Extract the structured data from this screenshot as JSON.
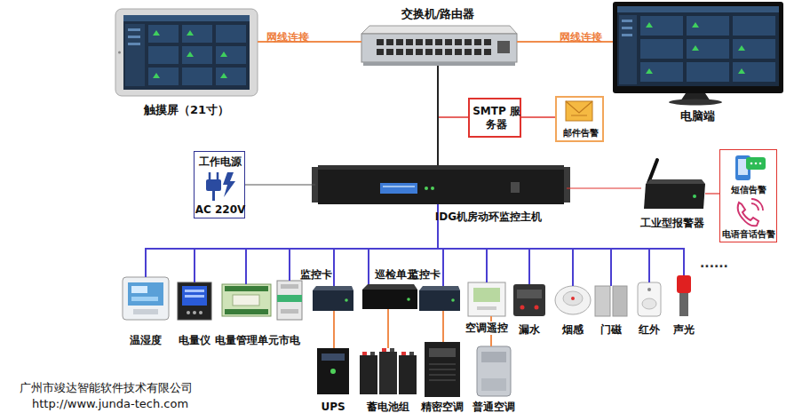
{
  "diagram": {
    "nodes": [
      {
        "text": [
          "触摸屏（21寸）"
        ]
      },
      {
        "text": [
          "交换机/路由器"
        ]
      },
      {
        "text": [
          "电脑端"
        ]
      },
      {
        "text": [
          "SMTP 服务器"
        ]
      },
      {
        "text": [
          "邮件告警"
        ]
      },
      {
        "text": [
          "工作电源",
          "AC 220V"
        ]
      },
      {
        "text": [
          "IDG机房动环监控主机"
        ]
      },
      {
        "text": [
          "工业型报警器"
        ]
      },
      {
        "text": [
          "短信告警",
          "电语音话告警"
        ]
      },
      {
        "text": [
          "温湿度"
        ]
      },
      {
        "text": [
          "电量仪"
        ]
      },
      {
        "text": [
          "电量管理单元"
        ]
      },
      {
        "text": [
          "市电"
        ]
      },
      {
        "text": [
          "监控卡"
        ]
      },
      {
        "text": [
          "UPS"
        ]
      },
      {
        "text": [
          "巡检单元"
        ]
      },
      {
        "text": [
          "蓄电池组"
        ]
      },
      {
        "text": [
          "监控卡"
        ]
      },
      {
        "text": [
          "精密空调"
        ]
      },
      {
        "text": [
          "空调遥控"
        ]
      },
      {
        "text": [
          "普通空调"
        ]
      },
      {
        "text": [
          "漏水"
        ]
      },
      {
        "text": [
          "烟感"
        ]
      },
      {
        "text": [
          "门磁"
        ]
      },
      {
        "text": [
          "红外"
        ]
      },
      {
        "text": [
          "声光"
        ]
      }
    ],
    "edges": [
      {
        "from": 0,
        "to": 1,
        "arrow": "none",
        "label": "网线连接"
      },
      {
        "from": 1,
        "to": 2,
        "arrow": "none",
        "label": "网线连接"
      },
      {
        "from": 1,
        "to": 3,
        "arrow": "none"
      },
      {
        "from": 3,
        "to": 4,
        "arrow": "none"
      },
      {
        "from": 1,
        "to": 6,
        "arrow": "none"
      },
      {
        "from": 5,
        "to": 6,
        "arrow": "none"
      },
      {
        "from": 6,
        "to": 7,
        "arrow": "none"
      },
      {
        "from": 7,
        "to": 8,
        "arrow": "none"
      },
      {
        "from": 6,
        "to": 9,
        "arrow": "none"
      },
      {
        "from": 6,
        "to": 10,
        "arrow": "none"
      },
      {
        "from": 6,
        "to": 11,
        "arrow": "none"
      },
      {
        "from": 6,
        "to": 12,
        "arrow": "none"
      },
      {
        "from": 6,
        "to": 13,
        "arrow": "none"
      },
      {
        "from": 6,
        "to": 15,
        "arrow": "none"
      },
      {
        "from": 6,
        "to": 17,
        "arrow": "none"
      },
      {
        "from": 6,
        "to": 19,
        "arrow": "none"
      },
      {
        "from": 6,
        "to": 21,
        "arrow": "none"
      },
      {
        "from": 6,
        "to": 22,
        "arrow": "none"
      },
      {
        "from": 6,
        "to": 23,
        "arrow": "none"
      },
      {
        "from": 6,
        "to": 24,
        "arrow": "none"
      },
      {
        "from": 6,
        "to": 25,
        "arrow": "none"
      },
      {
        "from": 13,
        "to": 14,
        "arrow": "none"
      },
      {
        "from": 15,
        "to": 16,
        "arrow": "none"
      },
      {
        "from": 17,
        "to": 18,
        "arrow": "none"
      },
      {
        "from": 19,
        "to": 20,
        "arrow": "none"
      }
    ],
    "labels": [
      "......",
      "广州市竣达智能软件技术有限公司",
      "http://www.junda-tech.com"
    ]
  }
}
